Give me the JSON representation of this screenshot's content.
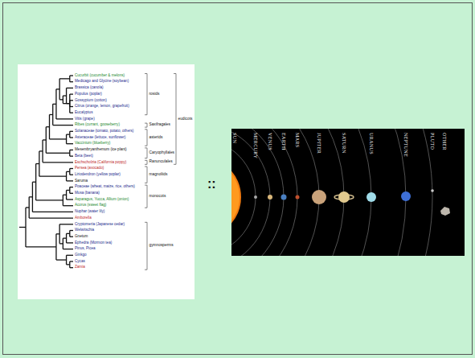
{
  "diagram": {
    "labels": [
      "Cucurbit (cucumber & melons)",
      "Medicago and Glycine (soybean)",
      "Brassica (canola)",
      "Populus (poplar)",
      "Gossypium (cotton)",
      "Citrus (orange, lemon, grapefruit)",
      "Eucalyptus",
      "Vitis (grape)",
      "Ribes (currant, gooseberry)",
      "Solanaceae (tomato, potato, others)",
      "Asteraceae (lettuce, sunflower)",
      "Vaccinium (blueberry)",
      "Mesembryanthemum (ice plant)",
      "Beta (beet)",
      "Eschscholzia (California poppy)",
      "Persea (avocado)",
      "Liriodendron (yellow poplar)",
      "Saruma",
      "Poaceae (wheat, maize, rice, others)",
      "Musa (banana)",
      "Asparagus, Yucca, Allium (onion)",
      "Acorus (sweet flag)",
      "Nuphar (water lily)",
      "Amborella",
      "Cryptomeria (Japanese cedar)",
      "Welwitschia",
      "Gnetum",
      "Ephedra (Mormon tea)",
      "Pinus, Picea",
      "Ginkgo",
      "Cycas",
      "Zamia",
      "rosids",
      "Saxifragales",
      "eudicots",
      "asterids",
      "Caryophyllales",
      "Ranunculales",
      "magnoliids",
      "monocots",
      "gymnosperms",
      "::",
      "SUN",
      "MERCURY",
      "VENUS",
      "EARTH",
      "MARS",
      "JUPITER",
      "SATURN",
      "URANUS",
      "NEPTUNE",
      "PLUTO",
      "OTHER"
    ]
  }
}
